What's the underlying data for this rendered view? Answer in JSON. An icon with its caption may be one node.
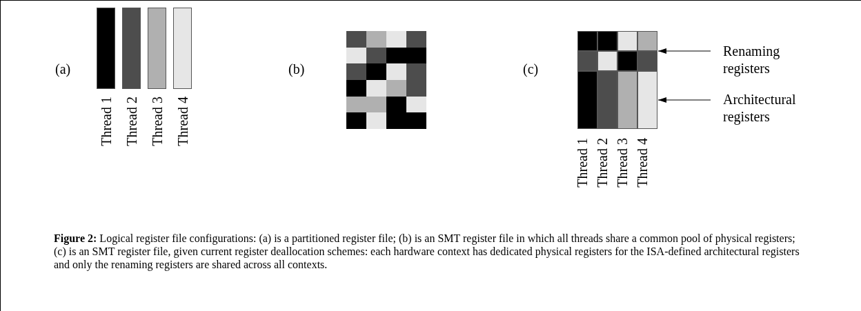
{
  "diagram": {
    "caption": "**Figure 2:** Logical register file configurations: (a) is a partitioned register file; (b) is an SMT register file in which all threads share a common pool of physical registers; (c) is an SMT register file, given current register deallocation schemes: each hardware context has dedicated physical registers for the ISA-defined architectural registers and only the renaming registers are shared across all contexts.",
    "nodes": [
      {
        "text": [],
        "shape": "box"
      },
      {
        "text": [],
        "shape": "box"
      },
      {
        "text": [
          "Renaming registers"
        ]
      },
      {
        "text": [
          "Architectural registers"
        ]
      }
    ],
    "edges": [
      {
        "from": 2,
        "to": 0,
        "arrow": "to"
      },
      {
        "from": 3,
        "to": 1,
        "arrow": "to"
      }
    ],
    "labels": [
      "(a)",
      "(b)",
      "(c)",
      "Thread 1",
      "Thread 2",
      "Thread 3",
      "Thread 4",
      "Thread 1",
      "Thread 2",
      "Thread 3",
      "Thread 4"
    ]
  }
}
